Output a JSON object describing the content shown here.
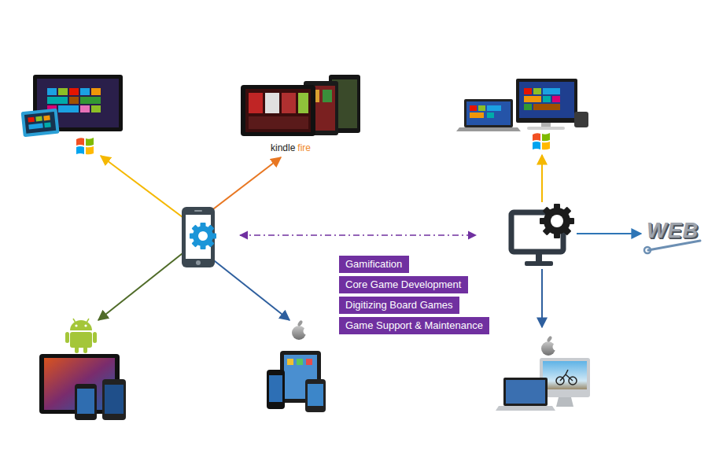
{
  "diagram": {
    "nodes": [
      {
        "text": [
          "Gamification"
        ]
      },
      {
        "text": [
          "Core Game Development"
        ]
      },
      {
        "text": [
          "Digitizing Board Games"
        ]
      },
      {
        "text": [
          "Game Support & Maintenance"
        ]
      }
    ],
    "labels": [
      "kindle",
      "fire",
      "WEB"
    ]
  }
}
